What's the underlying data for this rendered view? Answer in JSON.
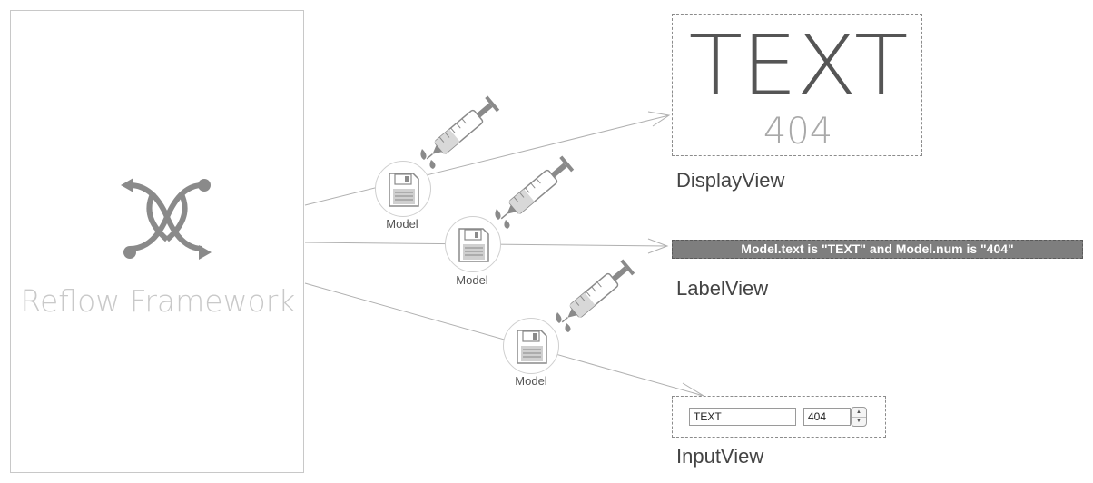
{
  "framework": {
    "title": "Reflow Framework",
    "icon": "shuffle-arrows-icon"
  },
  "models": [
    {
      "label": "Model",
      "icon": "floppy-disk-icon"
    },
    {
      "label": "Model",
      "icon": "floppy-disk-icon"
    },
    {
      "label": "Model",
      "icon": "floppy-disk-icon"
    }
  ],
  "injector_icon": "syringe-icon",
  "display_view": {
    "text": "TEXT",
    "num": "404",
    "caption": "DisplayView"
  },
  "label_view": {
    "text": "Model.text is \"TEXT\" and Model.num is \"404\"",
    "caption": "LabelView"
  },
  "input_view": {
    "text_value": "TEXT",
    "num_value": "404",
    "caption": "InputView"
  },
  "colors": {
    "line": "#aaaaaa",
    "icon": "#8a8a8a",
    "label_bar": "#7e7e7e"
  }
}
